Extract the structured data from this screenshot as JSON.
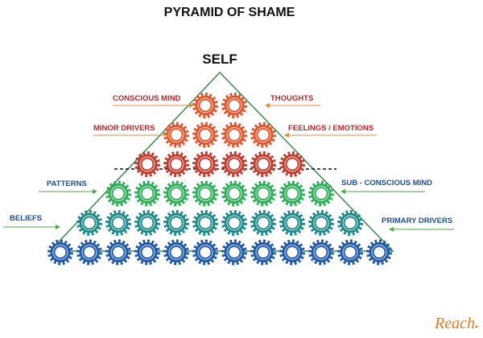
{
  "title": "PYRAMID OF SHAME",
  "apex_label": "SELF",
  "labels": {
    "conscious_mind": "CONSCIOUS MIND",
    "thoughts": "THOUGHTS",
    "minor_drivers": "MINOR DRIVERS",
    "feelings_emotions": "FEELINGS / EMOTIONS",
    "patterns": "PATTERNS",
    "sub_conscious_mind": "SUB - CONSCIOUS MIND",
    "beliefs": "BELIEFS",
    "primary_drivers": "PRIMARY DRIVERS"
  },
  "logo_text": "Reach",
  "colors": {
    "label_red": "#b3262d",
    "label_blue": "#1f4e8c",
    "arrow_orange": "#e08a3c",
    "arrow_green": "#4aa84a",
    "pyramid_outline": "#3a8a4a",
    "gear_top": "#e2552b",
    "gear_mid_red": "#c23a2e",
    "gear_green": "#2fae5a",
    "gear_teal": "#1f8a8a",
    "gear_blue": "#1f58a8",
    "logo": "#e07a20"
  },
  "gear_rows": [
    {
      "count": 2,
      "color": "gear_top"
    },
    {
      "count": 4,
      "color": "gear_top"
    },
    {
      "count": 6,
      "color": "gear_mid_red"
    },
    {
      "count": 8,
      "color": "gear_green"
    },
    {
      "count": 10,
      "color": "gear_teal"
    },
    {
      "count": 12,
      "color": "gear_blue"
    }
  ]
}
